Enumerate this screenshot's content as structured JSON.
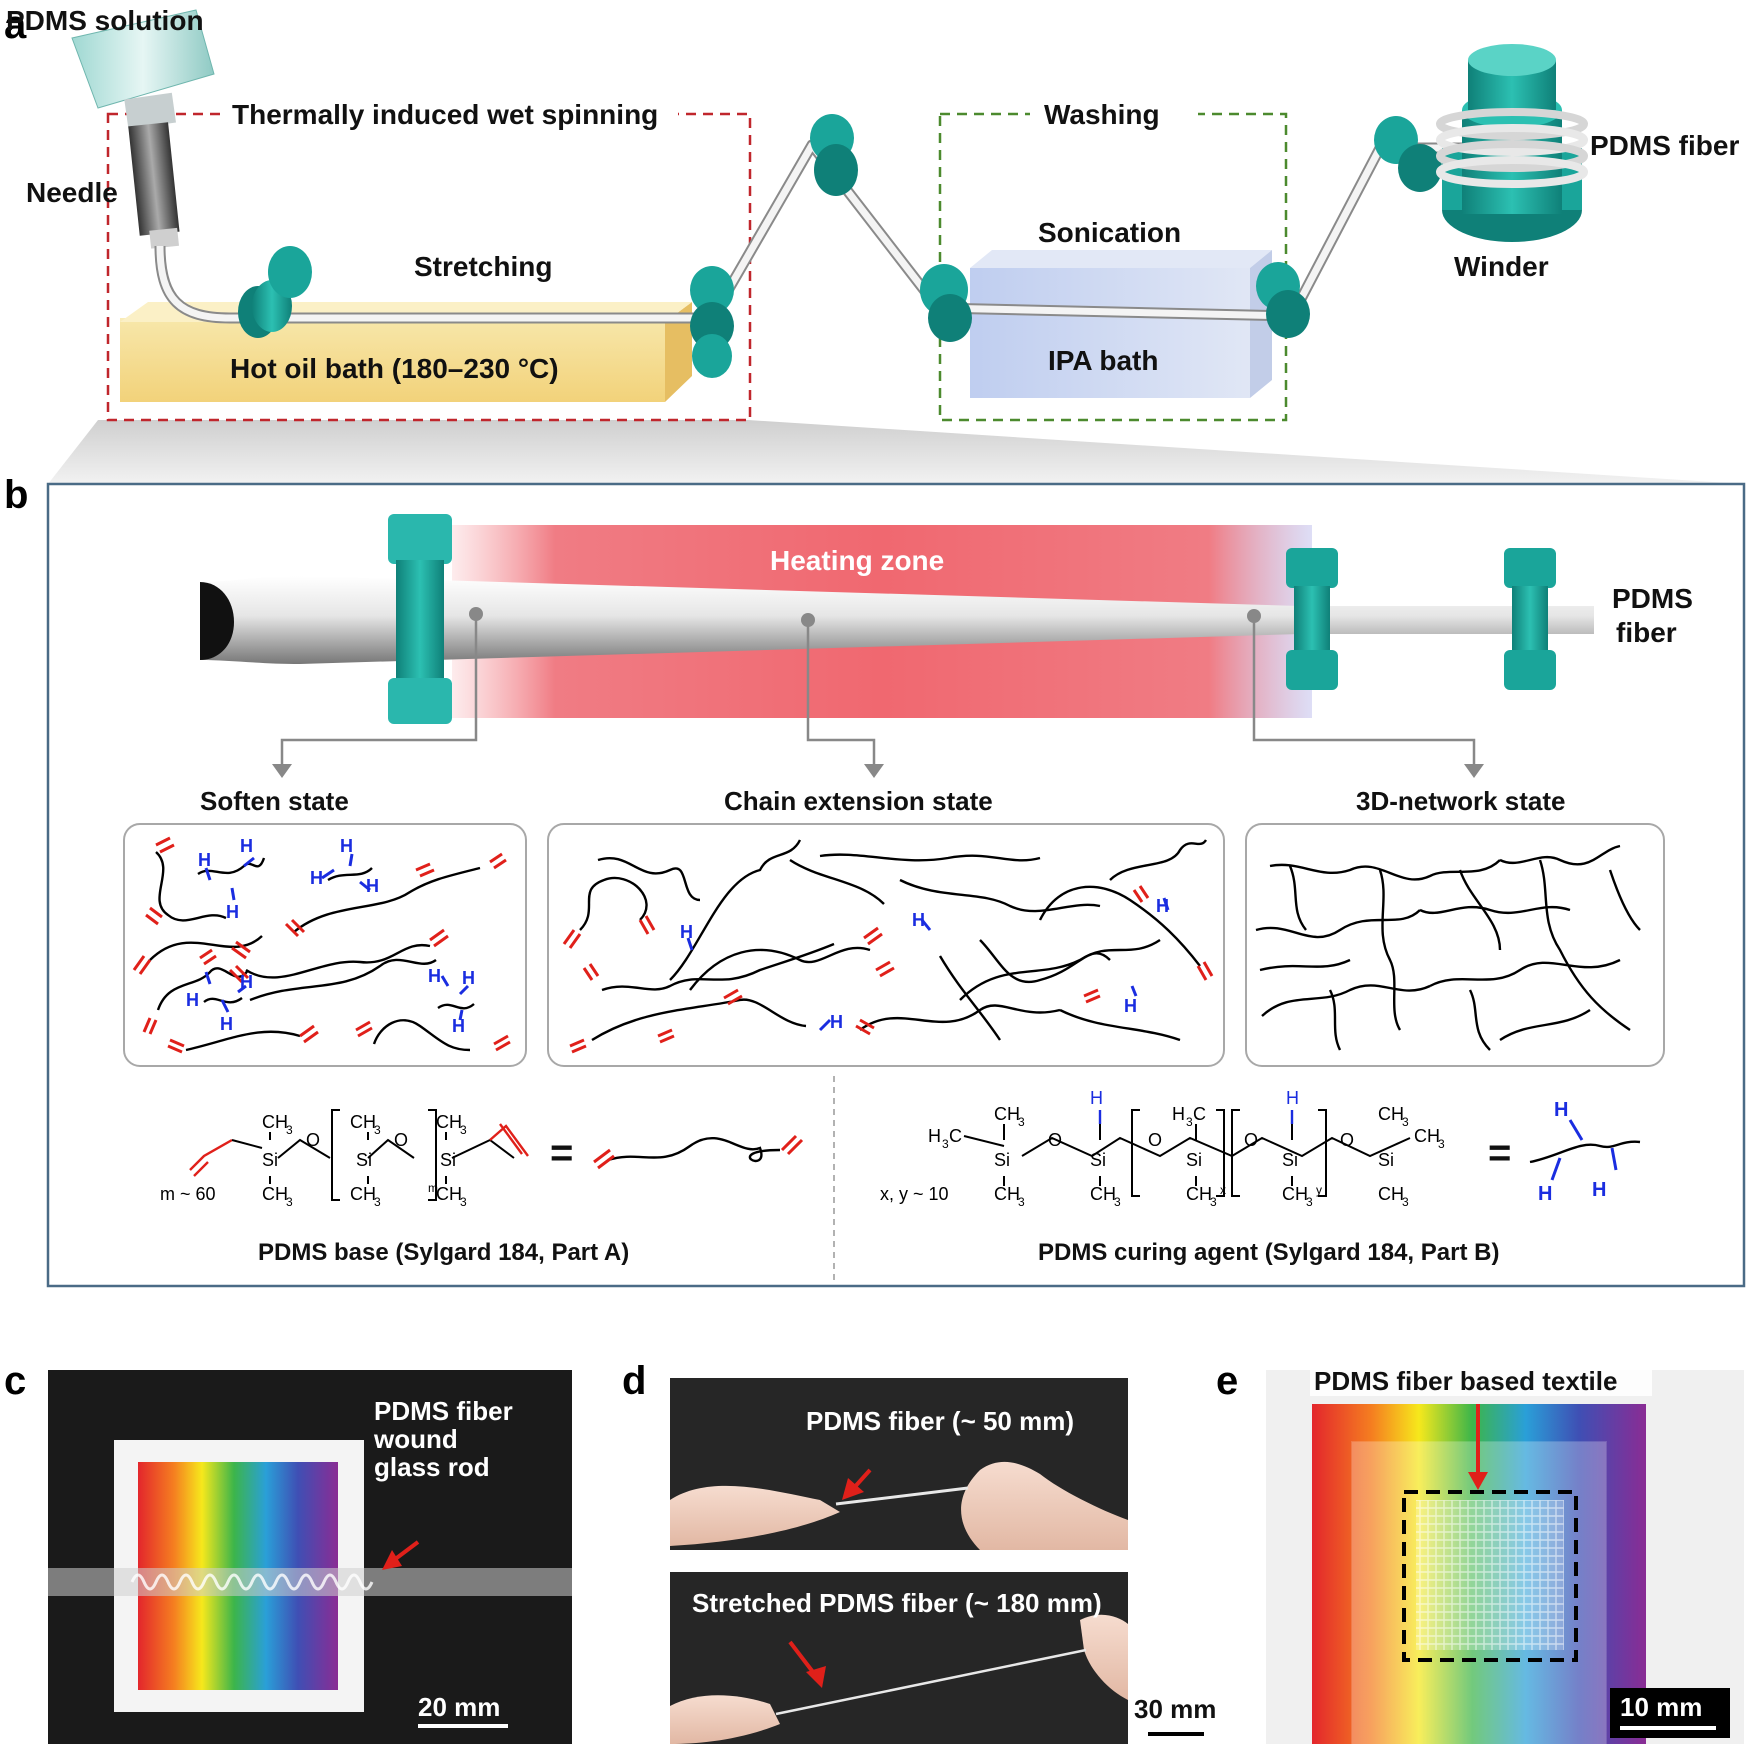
{
  "panel_a": {
    "letter": "a",
    "pdms_solution": "PDMS solution",
    "needle": "Needle",
    "wet_spinning": "Thermally induced wet spinning",
    "stretching": "Stretching",
    "hot_oil_bath": "Hot oil bath (180–230 °C)",
    "washing": "Washing",
    "sonication": "Sonication",
    "ipa_bath": "IPA bath",
    "winder": "Winder",
    "pdms_fiber": "PDMS fiber",
    "colors": {
      "red_box": "#c0262c",
      "green_box": "#4c8a2e",
      "roller": "#1aa59a",
      "oil": "#f4d98a",
      "ipa": "#c9d6ee"
    }
  },
  "panel_b": {
    "letter": "b",
    "heating_zone": "Heating zone",
    "pdms_fiber_1": "PDMS",
    "pdms_fiber_2": "fiber",
    "states": [
      "Soften state",
      "Chain extension state",
      "3D-network state"
    ],
    "base": {
      "m": "m ~ 60",
      "ch3": "CH",
      "three": "3",
      "si": "Si",
      "o": "O",
      "msub": "m",
      "eq": "=",
      "caption": "PDMS base (Sylgard 184, Part A)"
    },
    "curing": {
      "xy": "x, y ~ 10",
      "h3c": "H",
      "c": "C",
      "h": "H",
      "xsub": "x",
      "ysub": "y",
      "eq": "=",
      "caption": "PDMS curing agent (Sylgard 184, Part B)"
    },
    "colors": {
      "vinyl": "#e0201a",
      "hydride": "#1a2de0",
      "heat": "#f06f78"
    }
  },
  "panel_c": {
    "letter": "c",
    "label_1": "PDMS fiber",
    "label_2": "wound",
    "label_3": "glass rod",
    "scale": "20 mm"
  },
  "panel_d": {
    "letter": "d",
    "top_label": "PDMS fiber (~ 50 mm)",
    "bottom_label": "Stretched PDMS fiber (~ 180 mm)",
    "scale": "30 mm"
  },
  "panel_e": {
    "letter": "e",
    "label": "PDMS fiber based textile",
    "scale": "10 mm"
  }
}
